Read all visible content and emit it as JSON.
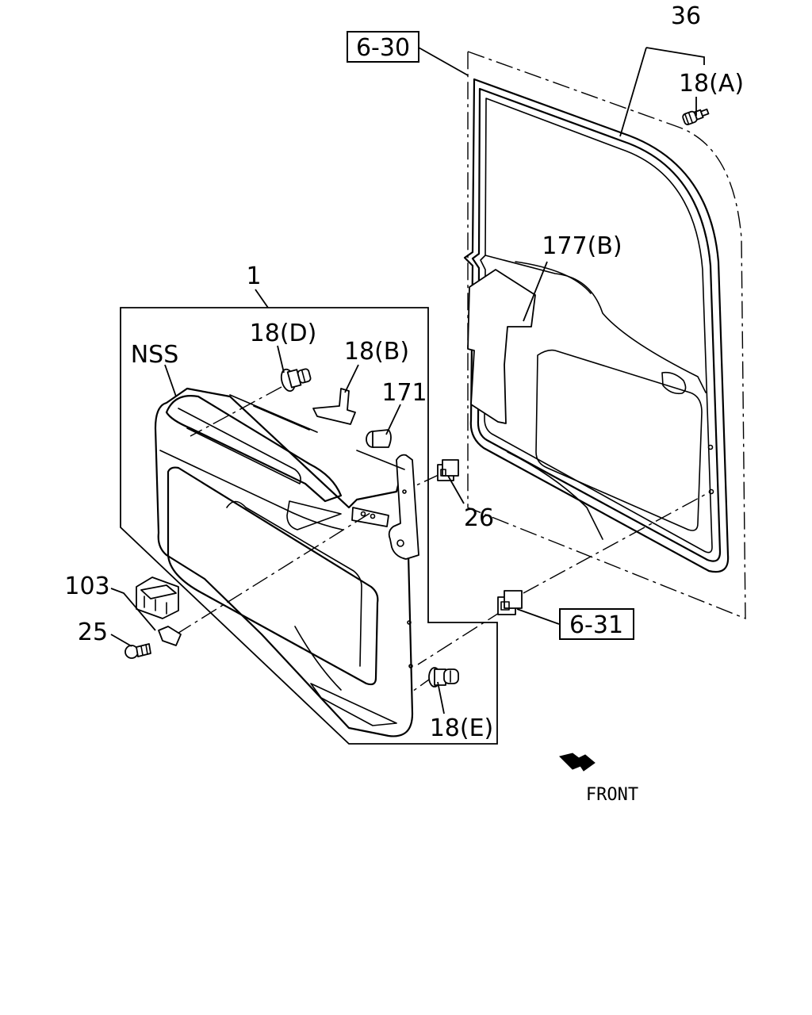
{
  "diagram": {
    "ref_boxes": {
      "ref_6_30": "6-30",
      "ref_6_31": "6-31"
    },
    "labels": {
      "part_36": "36",
      "part_18A": "18(A)",
      "part_177B": "177(B)",
      "part_1": "1",
      "part_nss": "NSS",
      "part_18D": "18(D)",
      "part_18B": "18(B)",
      "part_171": "171",
      "part_26": "26",
      "part_103": "103",
      "part_25": "25",
      "part_18E": "18(E)"
    },
    "front_indicator": "FRONT"
  }
}
